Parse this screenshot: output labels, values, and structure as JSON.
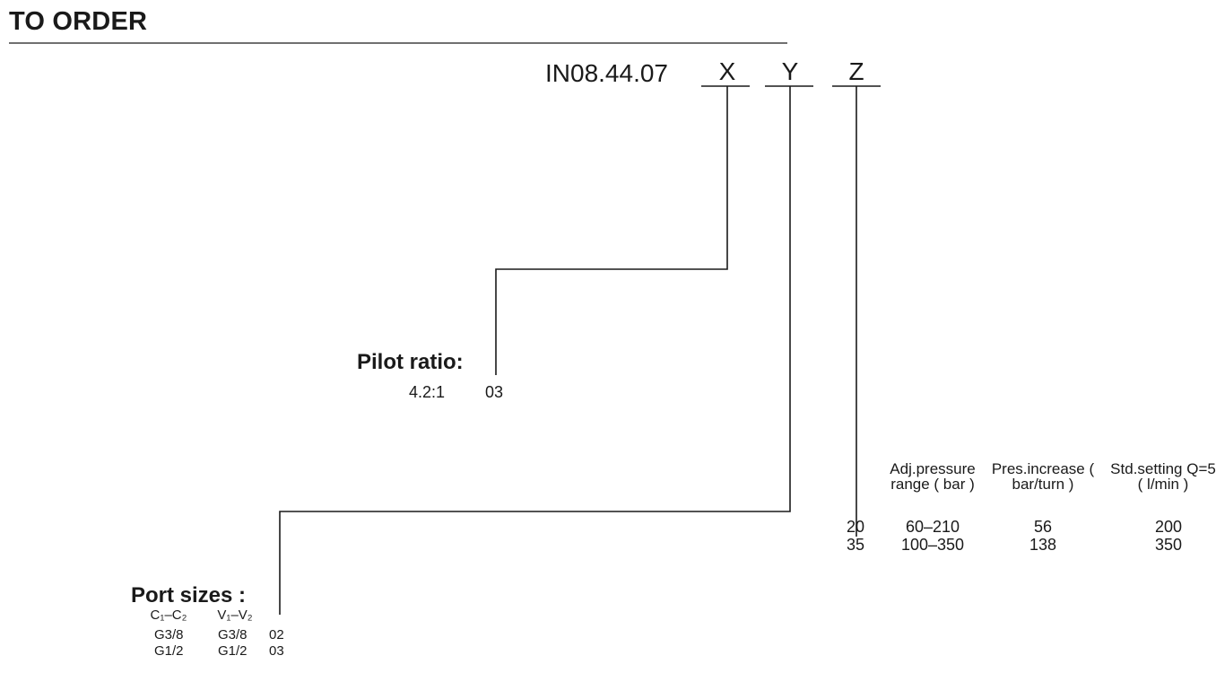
{
  "heading": "TO ORDER",
  "order_code": {
    "base": "IN08.44.07",
    "x": "X",
    "y": "Y",
    "z": "Z"
  },
  "pilot_ratio": {
    "label": "Pilot ratio:",
    "ratio": "4.2:1",
    "code": "03"
  },
  "port_sizes": {
    "label": "Port sizes :",
    "col_c": "C₁–C₂",
    "col_v": "V₁–V₂",
    "rows": [
      {
        "c": "G3/8",
        "v": "G3/8",
        "code": "02"
      },
      {
        "c": "G1/2",
        "v": "G1/2",
        "code": "03"
      }
    ]
  },
  "pressure_table": {
    "headers": {
      "adj": "Adj.pressure range ( bar )",
      "increase": "Pres.increase ( bar/turn )",
      "std": "Std.setting Q=5 ( l/min )"
    },
    "rows": [
      {
        "code": "20",
        "range": "60–210",
        "increase": "56",
        "setting": "200"
      },
      {
        "code": "35",
        "range": "100–350",
        "increase": "138",
        "setting": "350"
      }
    ]
  },
  "colors": {
    "ink": "#1a1a1a",
    "background": "#ffffff"
  }
}
